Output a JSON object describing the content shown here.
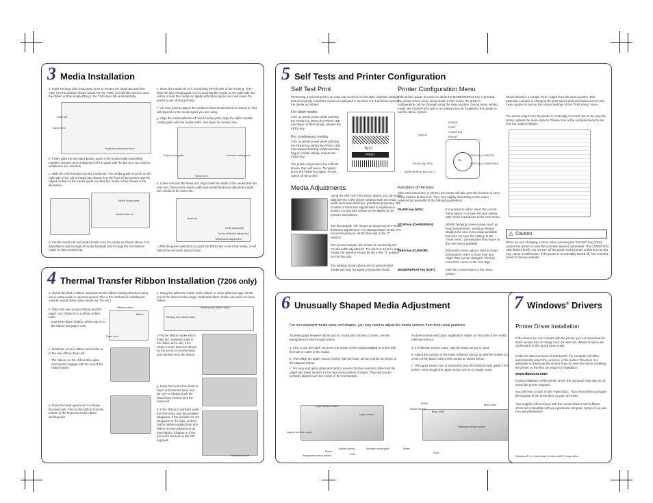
{
  "s3": {
    "num": "3",
    "title": "Media Installation",
    "a": "a. Push the large blue head open lever to release the head unit and then raise it to the position shown below. On the 7206, you will also need to raise the ribbon unit by simply lifting it, the 7106 does this automatically.",
    "lbl_head_unit": "Head unit",
    "lbl_sensor_arm": "Sensor arm",
    "lbl_lever": "Large blue head open lever",
    "b": "b. Firstly slide the two black plastic parts of the media holder assembly together. Ensure correct alignment of the guide with the bar as it can only be installed in one direction.",
    "c": "c. Slide the roll of media onto the media bar. The media guide must be on the right side of the roll of media (as viewed from the front of the printer) with the ridged surface of the media guide touching the media roll as shown in the illustration.",
    "lbl_media_holder_guide": "Media holder guide",
    "lbl_media_holder_bar": "Media holder bar",
    "d": "d. Set the media roll and media holder in to the printer as shown above. It is advisable to pull a length of media forwards and through the mechanism ready for later positioning.",
    "e": "e. Move the media roll so it is touching the left side of the housing. Then slide the blue media guide so it is touching the media on the right side. Do not try to hold the media too tightly with these guides as it will cause the printer to jam during printing.",
    "f": "f. You may need to adjust the media sensors as described in section 6. This will depend on the media types you are using.",
    "g": "g. Align the media with the left fixed media guide, align the right movable media guide with the media width, and lower the sensor arm.",
    "lbl_fixed_guide": "Fixed media guide",
    "lbl_movable_guide": "Movable media guide",
    "lbl_sensor_arm2": "Sensor arm",
    "h": "h. Lower and lock the head unit. Align it with the width of the media that has been set, then set the media width and media thickness adjustment dials. See section 5 for more info.",
    "lbl_head_unit2": "Head unit",
    "lbl_head_close": "Head close knob",
    "lbl_thickness": "Media thickness adjustment",
    "lbl_width": "Media width adjustment",
    "i": "i. With the power switched on, push the FEED key to feed the media. It will halt at the next print start position."
  },
  "s4": {
    "num": "4",
    "title": "Thermal Transfer Ribbon Installation",
    "title_suffix": "(7206 only)",
    "a": "a. Check the kind of ribbon used and set the ribbon winding direction using menu setup mode or operation panel. This is the method for installing an outside wound ribbon (also known as \"ink out\").",
    "b1": "b. Place the new unused ribbon and the paper core (tube) on to a ribbon holder each.",
    "b2": "Insert the ribbon holders all the way in to the ribbon and paper core.",
    "lbl_ribbon_holders": "Ribbon holders",
    "lbl_ribbon": "Ribbon",
    "lbl_paper_core": "Paper core",
    "c1": "c. Install the unused ribbon and holder in to the rear ribbon drive unit.",
    "c2": "The splines on the ribbon drive gear mechanism engage with the end of the ribbon holder.",
    "d": "d. Push the head open lever to release the head unit. Pull out the ribbon from the bottom of the head unit to the ribbon winding side.",
    "e": "e. Using the adhesive leader of the ribbon or some adhesive tape, fix the end of the ribbon to the empty cardboard ribbon holder and wind on some ribbon.",
    "lbl_winding_side": "Winding side ribbon holder",
    "lbl_winding_side2": "Winding side ribbon holder",
    "f": "f. Put the ribbon holder which holds the cardboard tube in the ribbon drive unit, then rotate it in the direction shown by the arrow to remove slack and wrinkles from the ribbon.",
    "g": "g. Push the head close knob to lower and lock the head unit. Be sure to always push the head close knob to lock the head unit.",
    "h": "h. If the ribbon is wrinkled, push the FEED key until the wrinkles disappear. If the wrinkles do not disappear or if it slips, perform ribbon balance adjustment and ribbon tension adjustment as described in Chapter 6 of the full user's manual on the CD supplied.",
    "lbl_head_close": "Head close knob"
  },
  "s5": {
    "num": "5",
    "title": "Self Tests and Printer Configuration",
    "stp_title": "Self Test Print",
    "stp_body": "Performing a self test print is an easy way to check on the state of printer settings and print quality. Install the media as explained in sections 3 & 4 and then operate the printer as follows:",
    "label_media_h": "For label media",
    "label_media": "Turn on printer power while pushing the FEED key. When the PRINT LED has begun to flash slowly, release the FEED key.",
    "cont_media_h": "For continuous media",
    "cont_media": "Turn on printer power while pushing the FEED key. When the PRINT LED has stopped flashing slowly and has begun to flash rapidly, release the FEED key.",
    "stp_tail": "The printer will produce the self test shown, then will pause. To repeat, press the FEED key again. To exit, switch off the printer.",
    "test_label": "TEST",
    "print_label": "PRINT",
    "ma_title": "Media Adjustments",
    "ma_p1": "Using the Self Test Print shown above, you can make adjustments to the printer settings such as media width and media thickness (printhead pressure). The location of these two adjustments is explained in section 3.h and also shown on the labels on the printer's mechanism.",
    "ma_p2": "The first sample, left, shows an incorrectly set \"media thickness adjustment\". For standard label media, it is recommended you set the blue dial to the \"0\" position.",
    "ma_p3": "The second sample, left, shows an incorrectly set \"media width adjustment\". For 4inch or 104mm wide media, the adjuster should be set to the \"4\" position on the blue dial.",
    "ma_p4": "The settings shown above are for general label media and may not apply to specialist media.",
    "pcm_title": "Printer Configuration Menu",
    "pcm_body": "If the printer power is turned on while the MODE/REPEAT key is pressed, the printer enters menu setup mode. In this mode, the printer's configuration can be changed using the menu system. During menu setting mode, the CONDITION LED is on. Media must be installed in the printer to use the Menu System.",
    "led_power": "POWER",
    "led_print": "PRINT",
    "led_condition": "CONDITION",
    "led_error": "ERROR",
    "lbl_light": "Light up",
    "lbl_pause": "PAUSE key (YES)",
    "lbl_mode": "MODE/REPEAT key (EXIT)",
    "lbl_feed": "FEED key (CURSOR)",
    "lbl_stop": "STOP key (CHANGE/NO)",
    "key_glyph": "PA",
    "fok_title": "Functions of the keys",
    "fok_body": "After each menu item is printed, the printer will also print the function of each of the buttons at that time. They vary slightly depending on the menu selected but generally fit the following guidelines:",
    "keys": [
      {
        "k": "PAUSE key (YES):",
        "v": "It is pushed to either select the current menu option or to save the new setting after which it advances to the next menu."
      },
      {
        "k": "STOP key (CHANGE/NO):",
        "v": "Whilst changing a menu value (such as head temperature), pressing this key displays the next menu value available but does not save the setting. In the \"main menu\", pressing this key moves to the next menu available."
      },
      {
        "k": "FEED key (CURSOR):",
        "v": "With some menu options such as head temperature, there is more than one \"digit\" than can be changed. This key moves the cursor to the next digit."
      },
      {
        "k": "MODE/REPEAT key (EXIT):",
        "v": "Exits the current menu or the menu system."
      }
    ],
    "right_p1": "Shown below is a sample menu output from the menu system. This particular example is changing the print speed and print darkness from the menu system to ensure the current settings of the \"Print Setup\" menu.",
    "right_p2": "The actual output from the printer is \"vertically reversed\" due to the way the printer outputs the menu options. Please look at the example below to see how the output changes.",
    "caution_title": "Caution",
    "caution_body": "When you are changing a menu value, pressing the \"PAUSE\" key (YES) causes the printer to save the currently selected parameter. The CONDITION LED flashes briefly. Do not turn off the power to the printer at this time as this may cause a malfunction. If the power is accidentally turned off, first reset the printer to factory defaults."
  },
  "s6": {
    "num": "6",
    "title": "Unusually Shaped Media Adjustment",
    "intro": "For non-standard media sizes and shapes, you may need to adjust the media sensors from their usual positions",
    "l_intro": "To detect gaps between labels and for media with notches or holes, use the transparent or see-through sensor.",
    "l_a": "a. First, move the lower sensor to the center of the media installed or in line with the hole or notch in the media.",
    "l_b": "b. Then align the upper sensor marker with the lower sensor marker as shown in the diagram below.",
    "l_c": "c. For easy and quick alignment (and to reset to factory positions) slide both the upper and lower sensors to the right most position of travel. They will now be perfectly aligned over the center of the mechanism.",
    "r_intro": "To detect media with black 'registration' marks on the back of the media, use the reflective sensor.",
    "r_a": "a. In reflective sensor mode, only the lower sensor is used.",
    "r_b": "b. Adjust the position of the lower reflective sensor so that the marker is at the center of the black mark on the media as shown below.",
    "r_c": "c. The upper sensor arm is still closed over the media to help guide it through the printer, even though the upper sensor arm is no longer used.",
    "lbl_upper_marker": "Upper sensor marker",
    "lbl_upper_sensor": "Upper sensor",
    "lbl_aligned": "Aligned with the marker",
    "lbl_bottom_sensor": "Bottom sensor",
    "lbl_transparent": "Transparent sensor marker",
    "lbl_platen": "Platen",
    "lbl_front": "Front",
    "lbl_movable": "Movable media guide",
    "lbl_media": "Media",
    "lbl_black_mark": "Black mark",
    "lbl_black_mark2": "Black mark",
    "lbl_bottom_sensor2": "Bottom sensor",
    "lbl_reflective": "Reflective sensor marker",
    "lbl_platen2": "Platen",
    "lbl_front2": "Front"
  },
  "s7": {
    "num": "7",
    "title": "Windows",
    "title_reg": "®",
    "title_tail": "Drivers",
    "sub": "Printer Driver Installation",
    "p1": "If the drivers are not included with the printer, you can download the latest version free of charge from our web site, details of which are on the back of this Quick Start Guide.",
    "p2": "Under the latest versions of Windows®, the computer will often automatically detect the presence of the printer. Therefore it is advisable to download the drivers from our web site before installing the printer so the files are ready for installation:",
    "url": "www.dascom.com",
    "p3": "During installation of the printer driver, the computer may ask you to select the printer required.",
    "p4": "You will need to click on the \"Have Disk...\" box then tell the computer the location of the driver files on your CD ROM.",
    "p5": "Your supplier will send you with the correct drivers and software which are compatible with your particular computer system if you are not using Windows®.",
    "tm": "Windows® is a trademark of Microsoft® Corporation"
  },
  "colors": {
    "frame": "#3a2e78",
    "heading_accent": "#3a2e78"
  }
}
